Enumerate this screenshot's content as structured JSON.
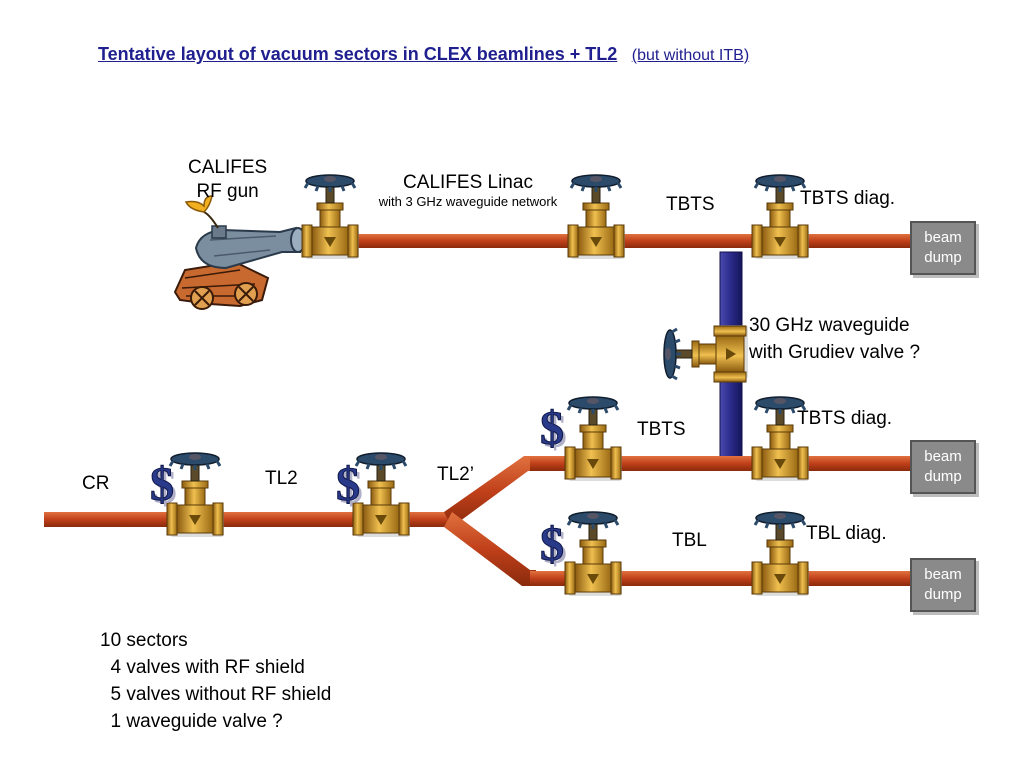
{
  "title": {
    "main": "Tentative layout of vacuum sectors in CLEX beamlines + TL2",
    "sub": "(but without ITB)"
  },
  "labels": {
    "califes_gun_1": "CALIFES",
    "califes_gun_2": "RF gun",
    "califes_linac": "CALIFES Linac",
    "califes_linac_sub": "with 3 GHz waveguide network",
    "tbts_top": "TBTS",
    "tbts_diag_top": "TBTS diag.",
    "waveguide_1": "30 GHz waveguide",
    "waveguide_2": "with Grudiev valve ?",
    "tbts_mid": "TBTS",
    "tbts_diag_mid": "TBTS diag.",
    "cr": "CR",
    "tl2": "TL2",
    "tl2_prime": "TL2’",
    "tbl": "TBL",
    "tbl_diag": "TBL diag."
  },
  "beam_dumps": [
    {
      "line1": "beam",
      "line2": "dump"
    },
    {
      "line1": "beam",
      "line2": "dump"
    },
    {
      "line1": "beam",
      "line2": "dump"
    }
  ],
  "summary": {
    "line1": "10 sectors",
    "line2": "  4 valves with RF shield",
    "line3": "  5 valves without RF shield",
    "line4": "  1 waveguide valve ?"
  },
  "colors": {
    "beampipe": "#c0401a",
    "waveguide": "#2a2a8a",
    "valve_body": "#c8921a",
    "valve_handle": "#2c4a6a",
    "dollar": "#2a3a8a",
    "title": "#1f1f8f",
    "dump": "#8a8a8a"
  },
  "icons": [
    "gate-valve-icon",
    "dollar-sign-icon",
    "cannon-icon"
  ]
}
